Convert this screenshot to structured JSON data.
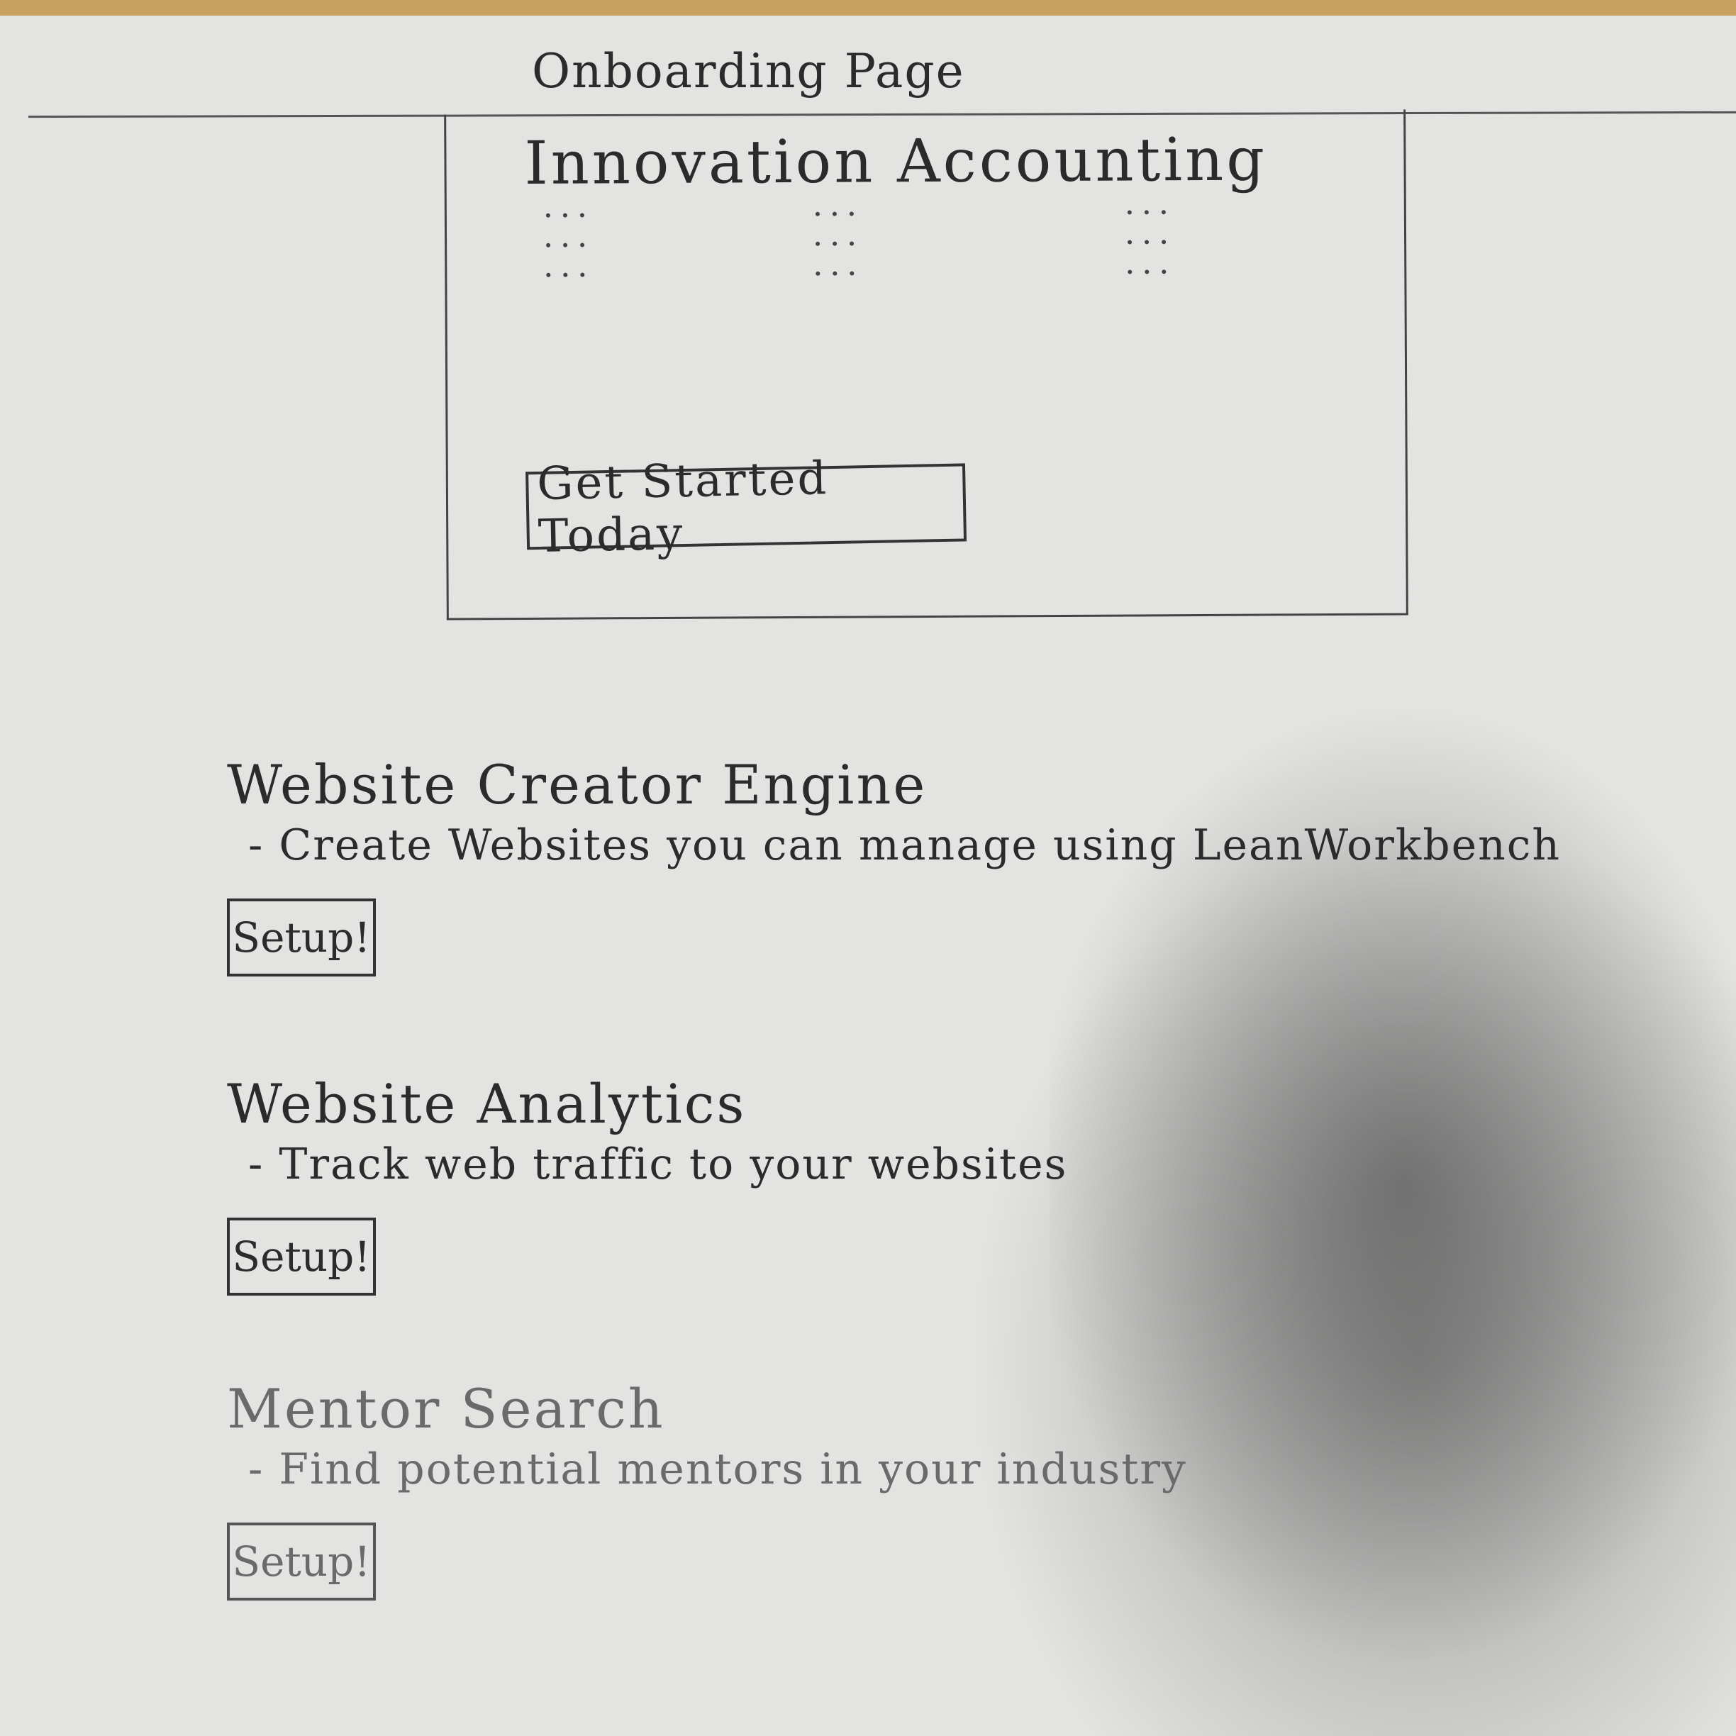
{
  "page": {
    "title": "Onboarding Page"
  },
  "hero": {
    "title": "Innovation Accounting",
    "cta_label": "Get Started Today"
  },
  "features": [
    {
      "title": "Website Creator Engine",
      "description": "- Create Websites you can manage using LeanWorkbench",
      "button_label": "Setup!"
    },
    {
      "title": "Website Analytics",
      "description": "- Track web traffic to your websites",
      "button_label": "Setup!"
    },
    {
      "title": "Mentor Search",
      "description": "- Find potential mentors in your industry",
      "button_label": "Setup!"
    }
  ]
}
